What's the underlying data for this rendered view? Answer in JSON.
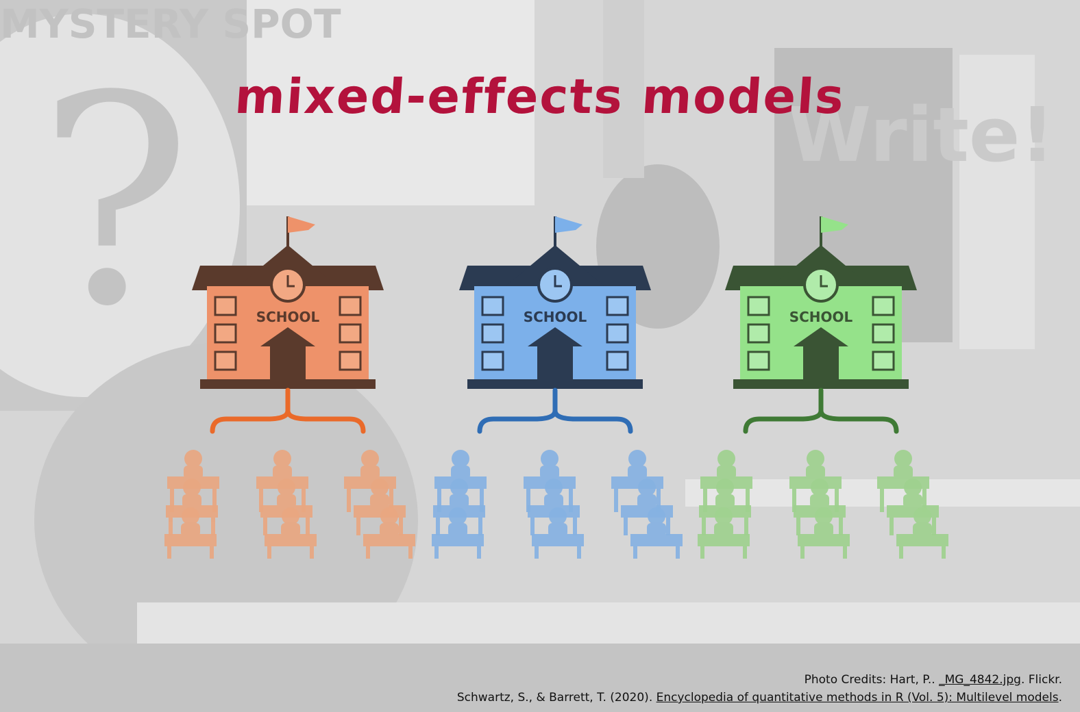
{
  "slide": {
    "title": "mixed-effects models",
    "background_words": [
      "MYSTERY SPOT",
      "Write!"
    ],
    "schools": [
      {
        "label": "SCHOOL",
        "main": "#ee926a",
        "dark": "#5a3a2c",
        "light": "#f2a883",
        "branch": "#ea6a2a",
        "kids": "#e9a781"
      },
      {
        "label": "SCHOOL",
        "main": "#7cb0ea",
        "dark": "#2b3b52",
        "light": "#9cc6f2",
        "branch": "#2f6db5",
        "kids": "#86b2e2"
      },
      {
        "label": "SCHOOL",
        "main": "#95e28a",
        "dark": "#3a5434",
        "light": "#b0ebaa",
        "branch": "#3f7a35",
        "kids": "#9fd18f"
      }
    ],
    "credits": {
      "line1_prefix": "Photo Credits: Hart, P.. ",
      "line1_link": "_MG_4842.jpg",
      "line1_suffix": ". Flickr.",
      "line2_prefix": "Schwartz, S., & Barrett, T. (2020). ",
      "line2_link": "Encyclopedia of quantitative methods in R (Vol. 5): Multilevel models",
      "line2_suffix": "."
    }
  }
}
